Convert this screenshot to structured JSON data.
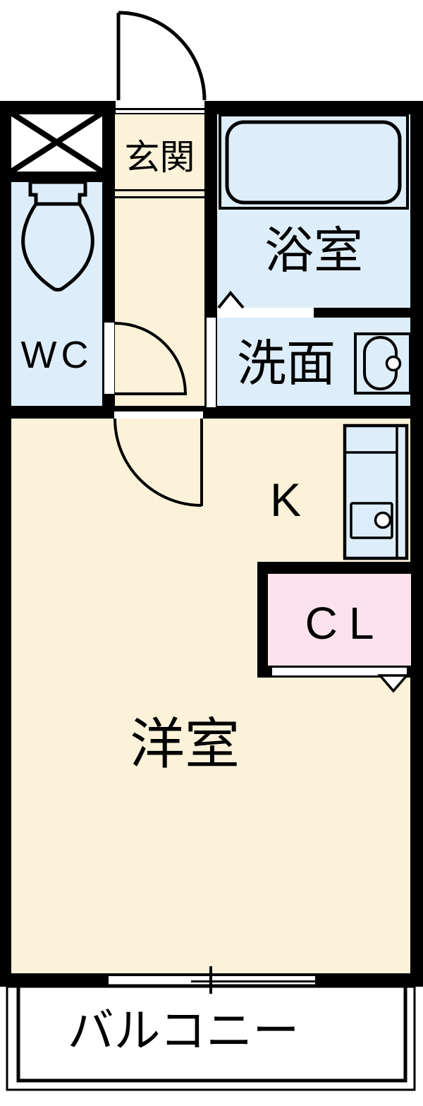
{
  "floorplan": {
    "rooms": {
      "genkan": {
        "label": "玄関"
      },
      "wc": {
        "label": "WC"
      },
      "bathroom": {
        "label": "浴室"
      },
      "washroom": {
        "label": "洗面"
      },
      "kitchen": {
        "label": "K"
      },
      "closet": {
        "label": "CL"
      },
      "western_room": {
        "label": "洋室"
      },
      "balcony": {
        "label": "バルコニー"
      }
    },
    "fixtures": {
      "entrance_door": "hinged-door-arc",
      "shoe_cabinet": "x-crossed-box",
      "toilet": "toilet-symbol",
      "bathtub": "bathtub-symbol",
      "bath_door": "folding-door-triangle",
      "washbasin": "washbasin-symbol",
      "kitchen_sink": "kitchen-unit-with-sink",
      "closet_door": "sliding-panel-with-triangle",
      "balcony_window": "sliding-window-symbol"
    },
    "colors": {
      "wall": "#000000",
      "floor_cream": "#FBF2D9",
      "wet_area_blue": "#DDEEFA",
      "closet_pink": "#FBE2ED",
      "background": "#FFFFFF"
    }
  }
}
